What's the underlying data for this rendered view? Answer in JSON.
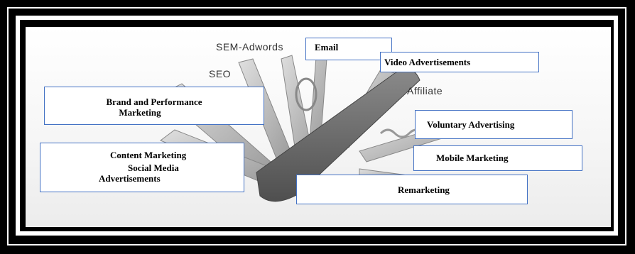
{
  "handwritten": {
    "sem": "SEM-Adwords",
    "seo": "SEO",
    "affiliate": "Affiliate"
  },
  "boxes": {
    "email": "Email",
    "video": "Video Advertisements",
    "brand_line1": "Brand and Performance",
    "brand_line2": "Marketing",
    "voluntary": "Voluntary Advertising",
    "content": "Content Marketing",
    "social_line1": "Social Media",
    "social_line2": "Advertisements",
    "mobile": "Mobile Marketing",
    "remarketing": "Remarketing"
  },
  "colors": {
    "box_border": "#4472c4",
    "knife_body": "#6e6e6e",
    "tool_metal": "#bdbdbd"
  }
}
